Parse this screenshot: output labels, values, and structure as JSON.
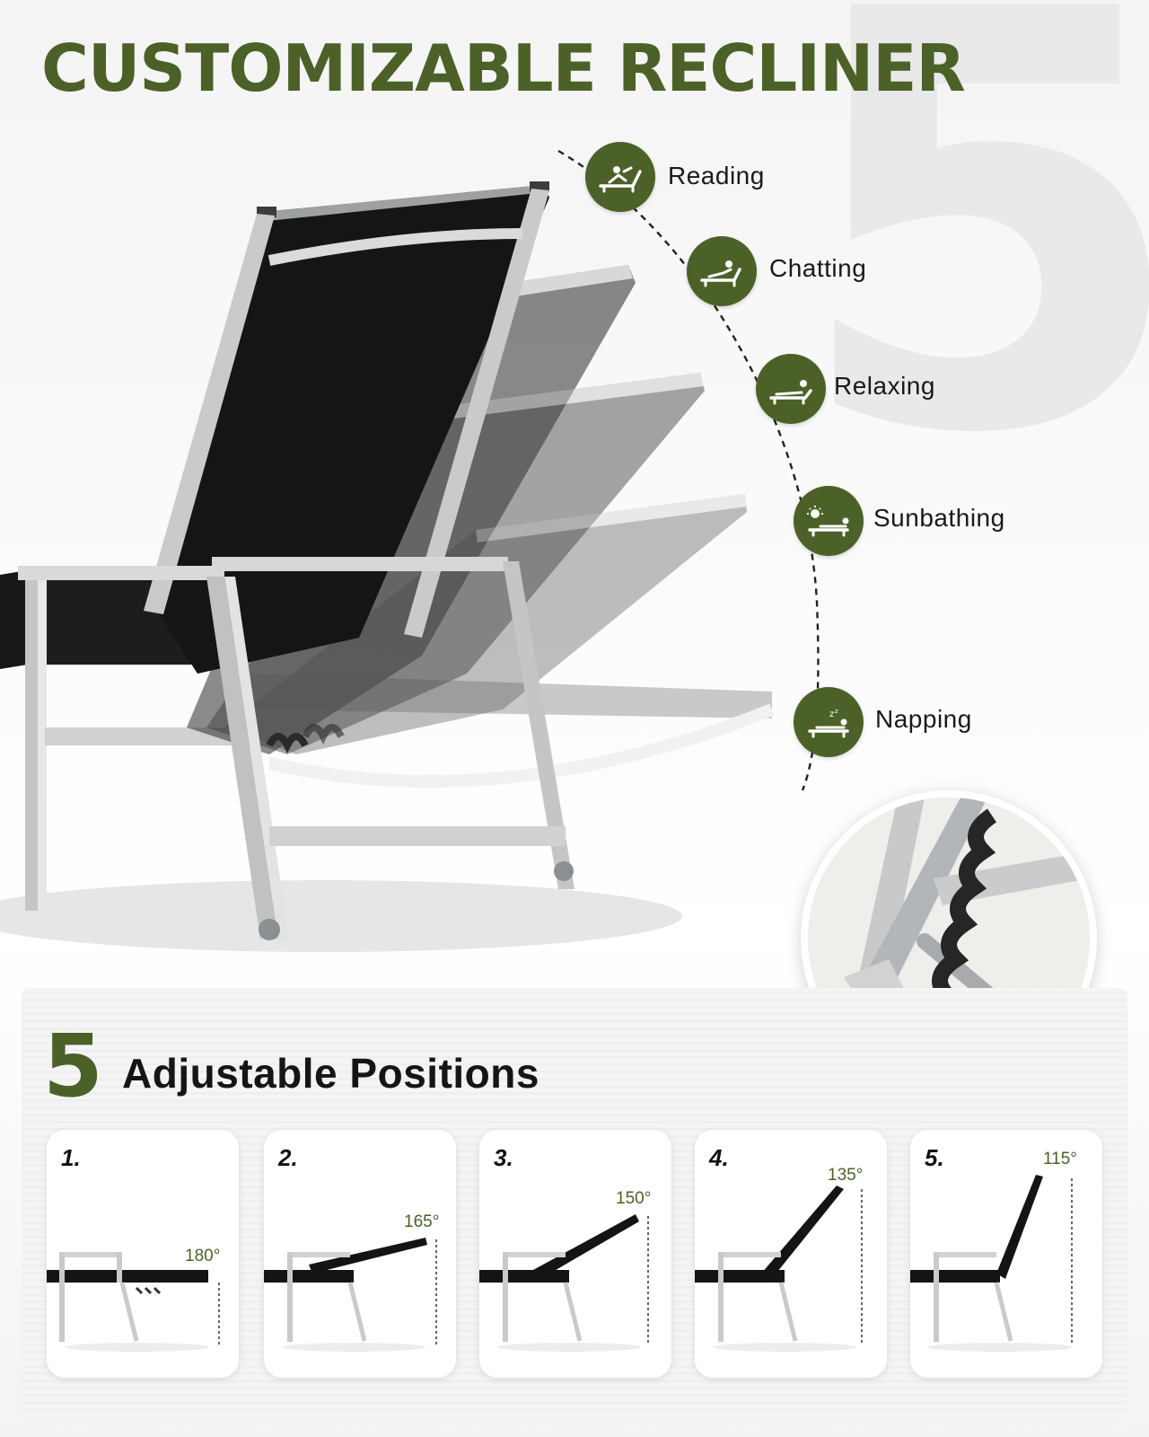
{
  "title": "CUSTOMIZABLE RECLINER",
  "background_digit": "5",
  "positions": [
    {
      "label": "Reading",
      "icon": "reading-icon"
    },
    {
      "label": "Chatting",
      "icon": "chatting-icon"
    },
    {
      "label": "Relaxing",
      "icon": "relaxing-icon"
    },
    {
      "label": "Sunbathing",
      "icon": "sunbathing-icon"
    },
    {
      "label": "Napping",
      "icon": "napping-icon"
    }
  ],
  "adjustable": {
    "count": "5",
    "label": "Adjustable Positions"
  },
  "cards": [
    {
      "number": "1.",
      "angle": "180°"
    },
    {
      "number": "2.",
      "angle": "165°"
    },
    {
      "number": "3.",
      "angle": "150°"
    },
    {
      "number": "4.",
      "angle": "135°"
    },
    {
      "number": "5.",
      "angle": "115°"
    }
  ],
  "colors": {
    "brand_green": "#4c6127",
    "mesh_black": "#161616",
    "frame_silver": "#c9cbcc"
  }
}
